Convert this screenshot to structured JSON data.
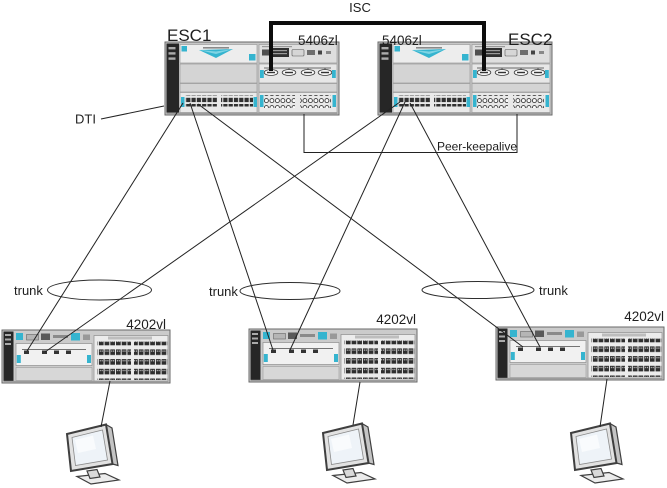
{
  "diagram_labels": {
    "isc": "ISC",
    "dti": "DTI",
    "peer_keepalive": "Peer-keepalive"
  },
  "core_switches": [
    {
      "name": "ESC1",
      "model": "5406zl"
    },
    {
      "name": "ESC2",
      "model": "5406zl"
    }
  ],
  "edge_switches": [
    {
      "model": "4202vl",
      "trunk": "trunk"
    },
    {
      "model": "4202vl",
      "trunk": "trunk"
    },
    {
      "model": "4202vl",
      "trunk": "trunk"
    }
  ],
  "colors": {
    "accent_teal": "#35b4cf",
    "link_line": "#222222",
    "isc_line": "#0d0d0d",
    "chassis_gray": "#c9c9c9",
    "text": "#1e1e1e"
  }
}
